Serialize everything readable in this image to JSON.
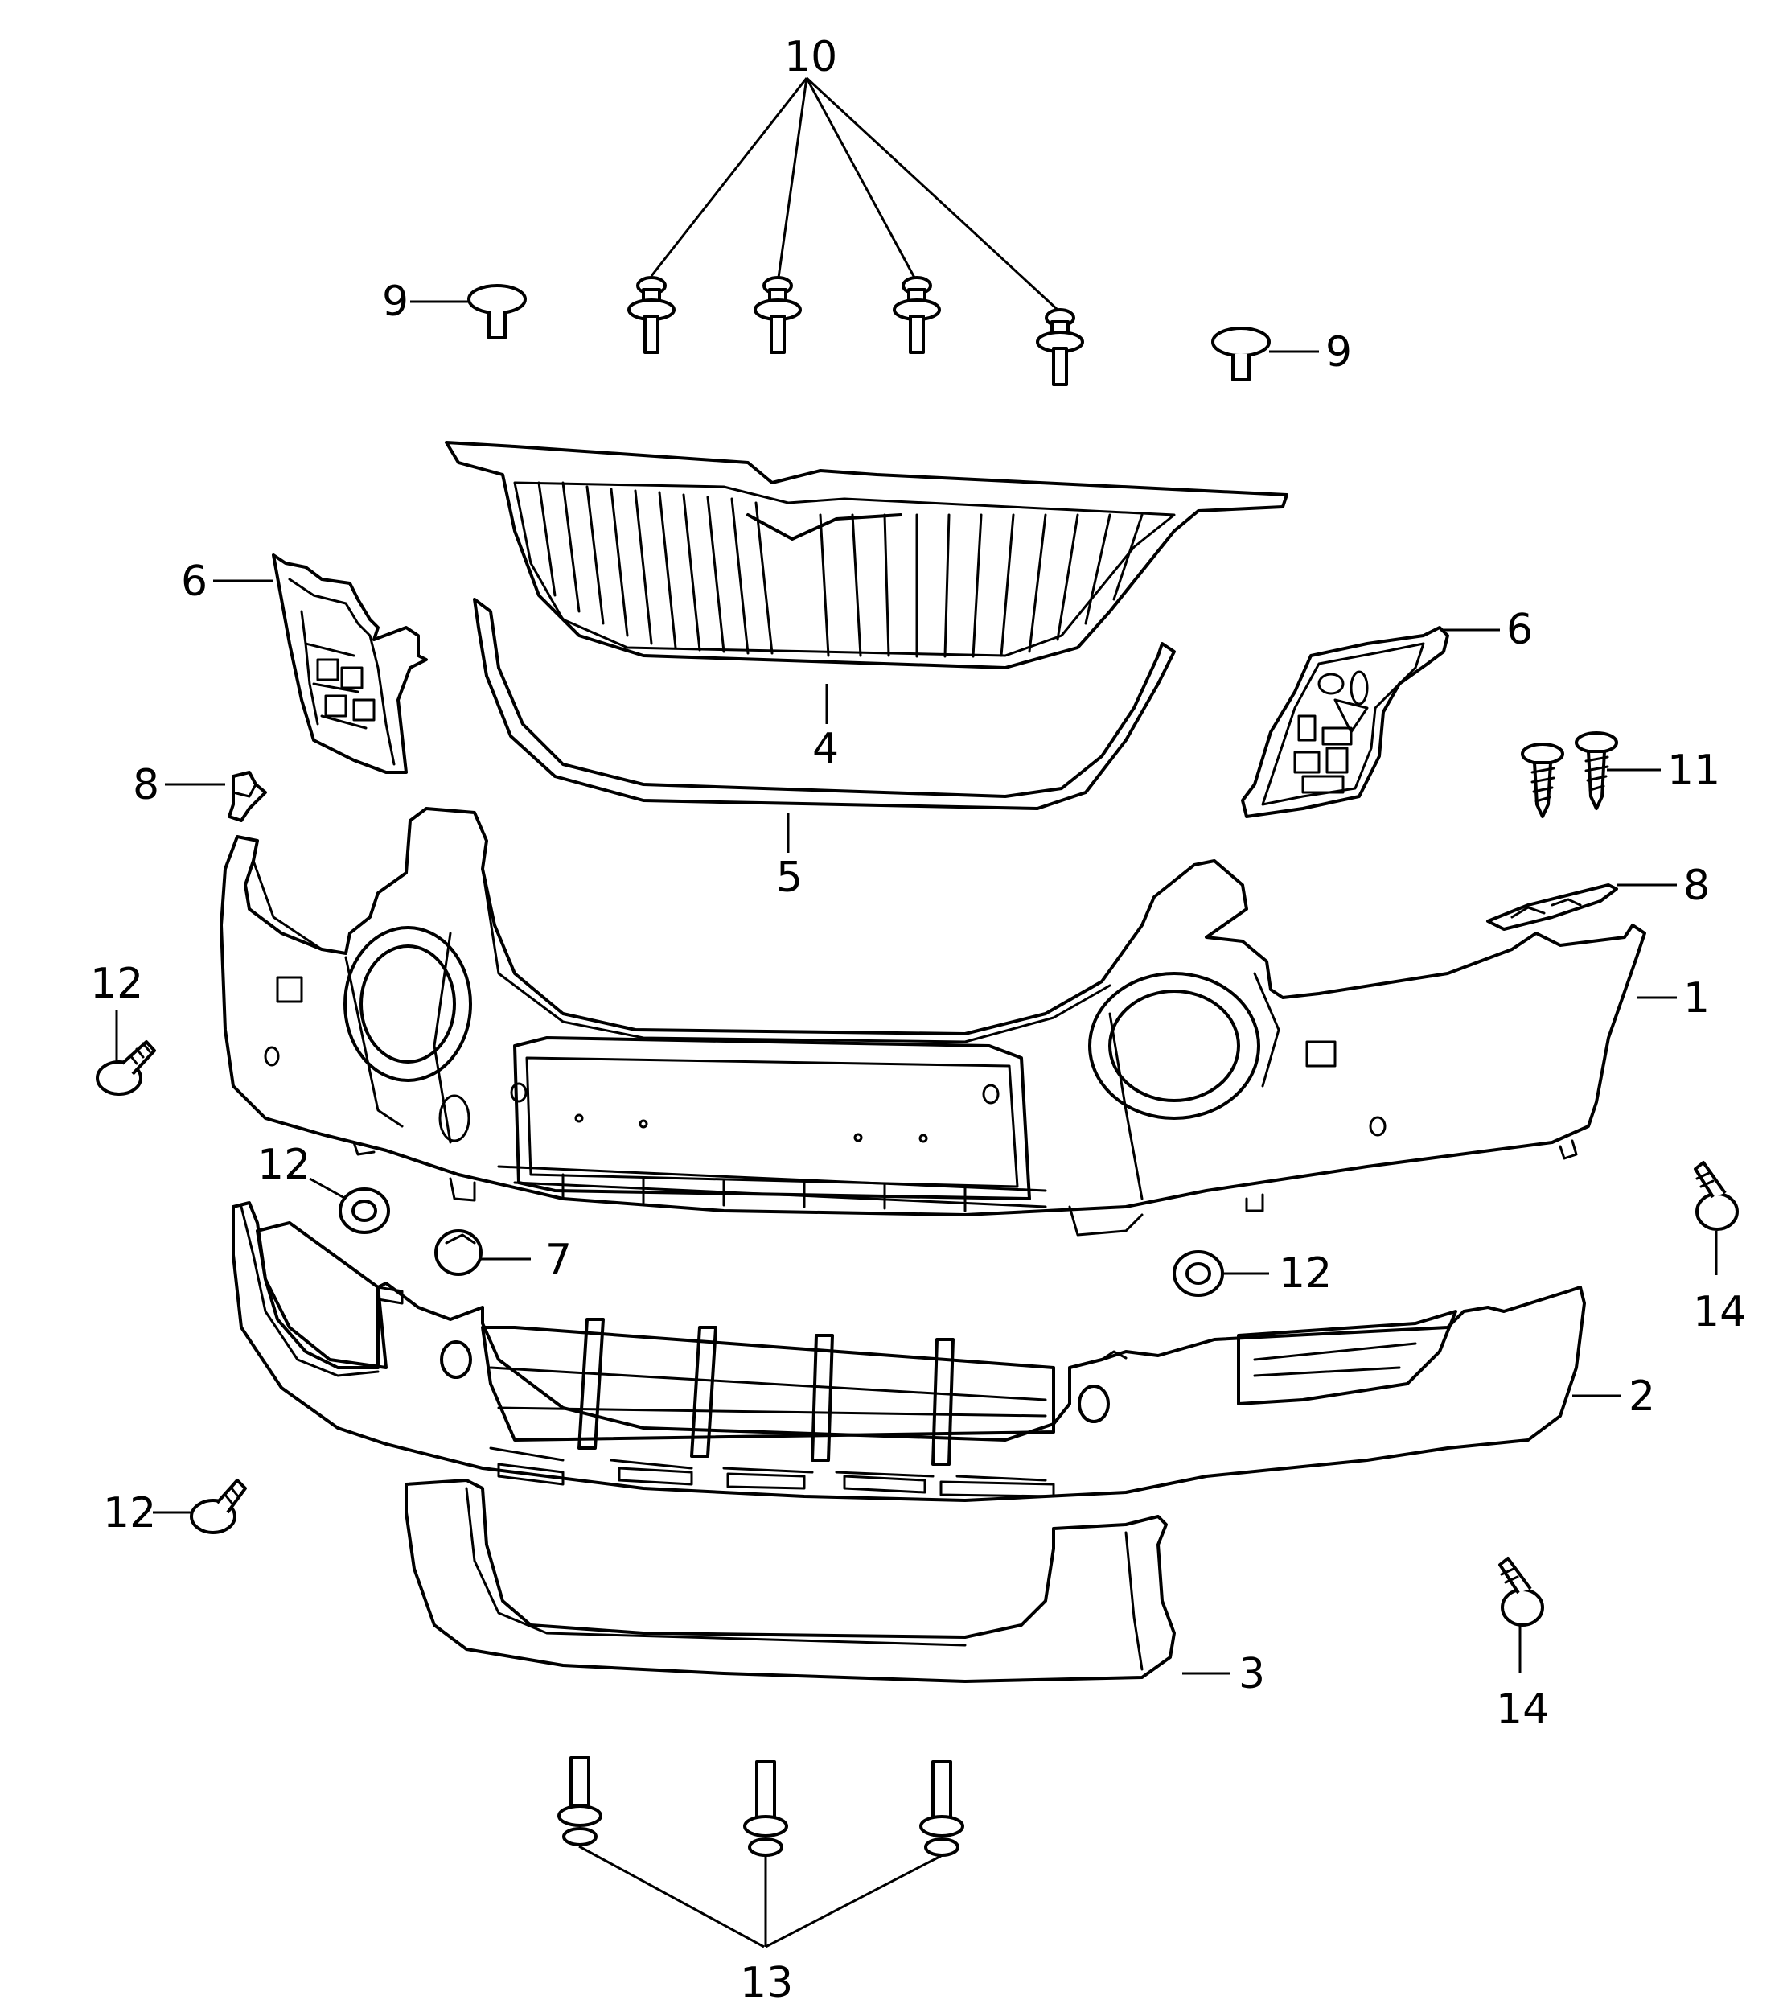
{
  "labels": {
    "l1": "1",
    "l2": "2",
    "l3": "3",
    "l4": "4",
    "l5": "5",
    "l6a": "6",
    "l6b": "6",
    "l7": "7",
    "l8a": "8",
    "l8b": "8",
    "l9a": "9",
    "l9b": "9",
    "l10": "10",
    "l11": "11",
    "l12a": "12",
    "l12b": "12",
    "l12c": "12",
    "l12d": "12",
    "l13": "13",
    "l14a": "14",
    "l14b": "14"
  }
}
